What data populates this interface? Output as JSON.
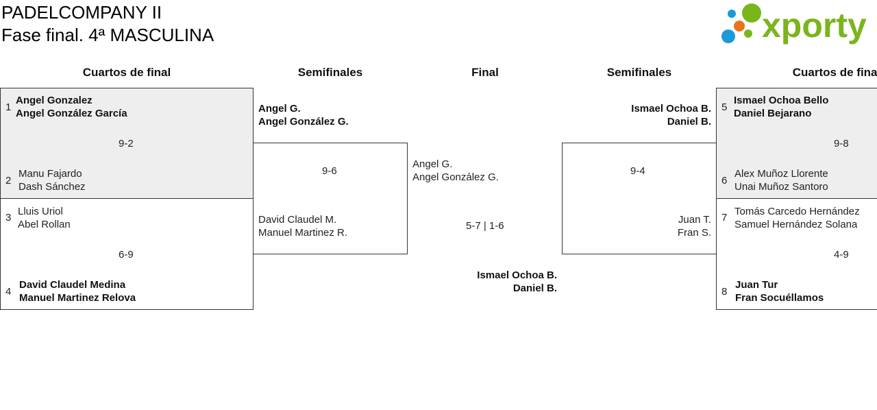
{
  "header": {
    "title_line1": "PADELCOMPANY II",
    "title_line2": "Fase final. 4ª MASCULINA"
  },
  "logo": {
    "text": "xporty",
    "dot_colors": [
      "#1a9ad6",
      "#e8731c",
      "#7ab51d"
    ],
    "text_color": "#7ab51d"
  },
  "rounds": {
    "quarters_left": "Cuartos de final",
    "semis_left": "Semifinales",
    "final": "Final",
    "semis_right": "Semifinales",
    "quarters_right": "Cuartos de final"
  },
  "quarters_left": [
    {
      "seed_top": "1",
      "top": [
        "Angel Gonzalez",
        "Angel González García"
      ],
      "score": "9-2",
      "seed_bottom": "2",
      "bottom": [
        "Manu Fajardo",
        "Dash Sánchez"
      ]
    },
    {
      "seed_top": "3",
      "top": [
        "Lluis Uriol",
        "Abel Rollan"
      ],
      "score": "6-9",
      "seed_bottom": "4",
      "bottom": [
        "David Claudel Medina",
        "Manuel Martinez Relova"
      ]
    }
  ],
  "semis_left": {
    "top": [
      "Angel G.",
      "Angel González G."
    ],
    "score": "9-6",
    "bottom": [
      "David Claudel M.",
      "Manuel Martinez R."
    ]
  },
  "final": {
    "top": [
      "Angel G.",
      "Angel González G."
    ],
    "score": "5-7 | 1-6",
    "bottom": [
      "Ismael Ochoa B.",
      "Daniel B."
    ]
  },
  "semis_right": {
    "top": [
      "Ismael Ochoa B.",
      "Daniel B."
    ],
    "score": "9-4",
    "bottom": [
      "Juan T.",
      "Fran S."
    ]
  },
  "quarters_right": [
    {
      "seed_top": "5",
      "top": [
        "Ismael Ochoa Bello",
        "Daniel Bejarano"
      ],
      "score": "9-8",
      "seed_bottom": "6",
      "bottom": [
        "Alex Muñoz Llorente",
        "Unai Muñoz Santoro"
      ]
    },
    {
      "seed_top": "7",
      "top": [
        "Tomás Carcedo Hernández",
        "Samuel Hernández Solana"
      ],
      "score": "4-9",
      "seed_bottom": "8",
      "bottom": [
        "Juan Tur",
        "Fran Socuéllamos"
      ]
    }
  ]
}
